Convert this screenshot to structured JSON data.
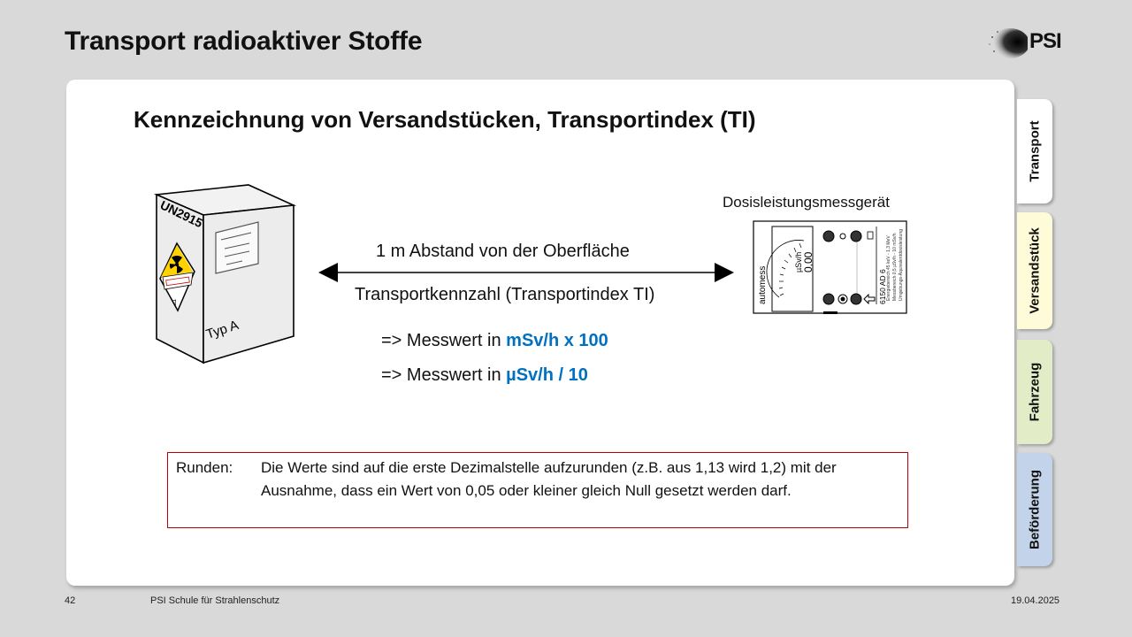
{
  "slide": {
    "title": "Transport radioaktiver Stoffe"
  },
  "logo": {
    "text": "PSI"
  },
  "card": {
    "title": "Kennzeichnung von Versandstücken, Transportindex (TI)",
    "package": {
      "un_number": "UN2915",
      "type_label": "Typ A"
    },
    "device": {
      "label": "Dosisleistungsmessgerät",
      "brand": "automess",
      "model": "6150 AD 6",
      "display_value": "0,00",
      "display_unit": "µSv/h"
    },
    "arrow": {
      "top_label": "1 m Abstand von der  Oberfläche",
      "bottom_label": "Transportkennzahl  (Transportindex TI)"
    },
    "measurements": [
      {
        "prefix": "=> Messwert in ",
        "unit": "mSv/h x 100"
      },
      {
        "prefix": "=> Messwert in ",
        "unit": "µSv/h / 10"
      }
    ],
    "note": {
      "key": "Runden:",
      "text": "Die Werte sind auf die erste Dezimalstelle aufzurunden (z.B. aus 1,13 wird 1,2) mit der Ausnahme, dass ein Wert von 0,05 oder  kleiner gleich Null gesetzt werden darf."
    }
  },
  "tabs": [
    {
      "label": "Transport",
      "active": true,
      "color": "#ffffff"
    },
    {
      "label": "Versandstück",
      "active": false,
      "color": "#fdfbd8"
    },
    {
      "label": "Fahrzeug",
      "active": false,
      "color": "#e2ecc7"
    },
    {
      "label": "Beförderung",
      "active": false,
      "color": "#c2d3ea"
    }
  ],
  "footer": {
    "page_number": "42",
    "organization": "PSI Schule für Strahlenschutz",
    "date": "19.04.2025"
  }
}
